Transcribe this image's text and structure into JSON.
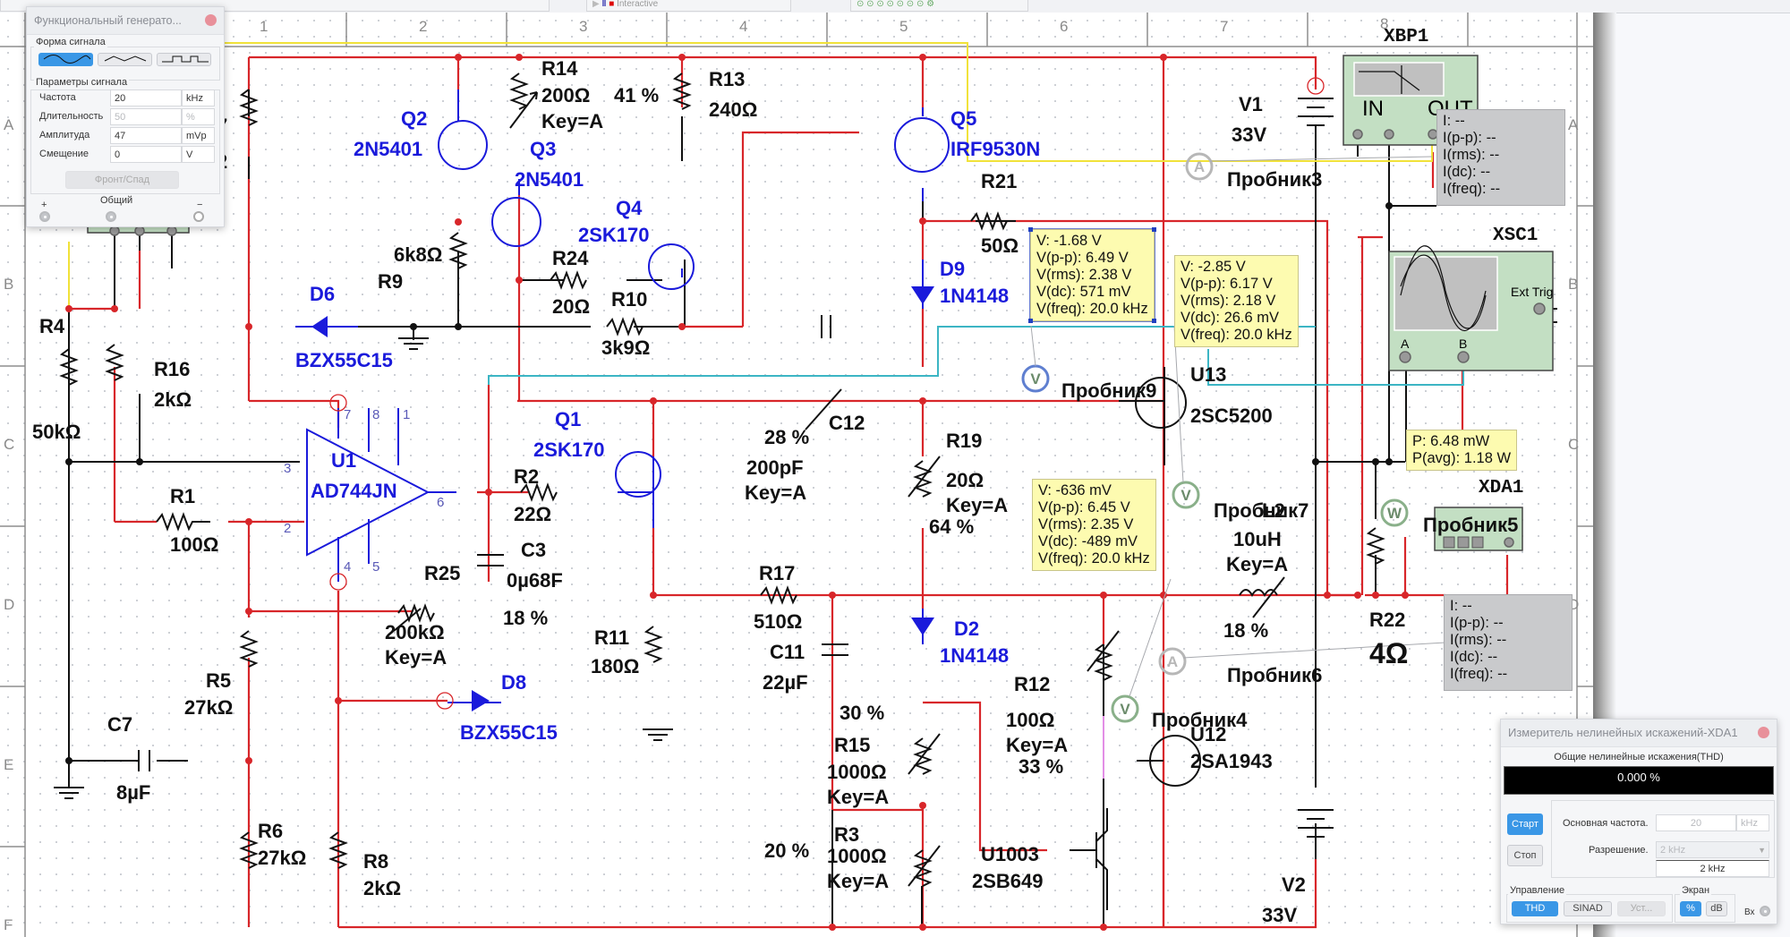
{
  "toolbar": {
    "sim_mode": "Interactive"
  },
  "sheet": {
    "columns": [
      "1",
      "2",
      "3",
      "4",
      "5",
      "6",
      "7",
      "8"
    ],
    "rows": [
      "A",
      "B",
      "C",
      "D",
      "E",
      "F"
    ]
  },
  "components": {
    "R4": {
      "ref": "R4",
      "value": "50kΩ"
    },
    "R16": {
      "ref": "R16",
      "value": "2kΩ"
    },
    "R1": {
      "ref": "R1",
      "value": "100Ω"
    },
    "R5": {
      "ref": "R5",
      "value": "27kΩ"
    },
    "R6": {
      "ref": "R6",
      "value": "27kΩ"
    },
    "R8": {
      "ref": "R8",
      "value": "2kΩ"
    },
    "C7": {
      "ref": "C7",
      "value": "8µF"
    },
    "R7": {
      "ref": "7",
      "value": "2"
    },
    "R9": {
      "ref": "R9",
      "value": "6k8Ω"
    },
    "R14": {
      "ref": "R14",
      "value": "200Ω",
      "key": "Key=A",
      "pct": "41 %"
    },
    "R13": {
      "ref": "R13",
      "value": "240Ω"
    },
    "R24": {
      "ref": "R24",
      "value": "20Ω"
    },
    "R10": {
      "ref": "R10",
      "value": "3k9Ω"
    },
    "Q2": {
      "ref": "Q2",
      "model": "2N5401"
    },
    "Q3": {
      "ref": "Q3",
      "model": "2N5401"
    },
    "Q4": {
      "ref": "Q4",
      "model": "2SK170"
    },
    "Q1": {
      "ref": "Q1",
      "model": "2SK170"
    },
    "Q5": {
      "ref": "Q5",
      "model": "IRF9530N"
    },
    "D6": {
      "ref": "D6",
      "model": "BZX55C15"
    },
    "D8": {
      "ref": "D8",
      "model": "BZX55C15"
    },
    "D9": {
      "ref": "D9",
      "model": "1N4148"
    },
    "D2": {
      "ref": "D2",
      "model": "1N4148"
    },
    "U1": {
      "ref": "U1",
      "model": "AD744JN",
      "pins": [
        "7",
        "8",
        "1",
        "3",
        "2",
        "6",
        "4",
        "5"
      ]
    },
    "R2": {
      "ref": "R2",
      "value": "22Ω"
    },
    "R25": {
      "ref": "R25",
      "value": "200kΩ",
      "key": "Key=A",
      "pct": "18 %"
    },
    "C3": {
      "ref": "C3",
      "value": "0µ68F"
    },
    "R11": {
      "ref": "R11",
      "value": "180Ω"
    },
    "C12": {
      "ref": "C12",
      "value": "200pF",
      "key": "Key=A",
      "pct": "28 %"
    },
    "R17": {
      "ref": "R17",
      "value": "510Ω"
    },
    "C11": {
      "ref": "C11",
      "value": "22µF"
    },
    "R19": {
      "ref": "R19",
      "value": "20Ω",
      "key": "Key=A",
      "pct": "64 %"
    },
    "R21": {
      "ref": "R21",
      "value": "50Ω"
    },
    "R15": {
      "ref": "R15",
      "value": "1000Ω",
      "key": "Key=A",
      "pct": "30 %"
    },
    "R3": {
      "ref": "R3",
      "value": "1000Ω",
      "key": "Key=A",
      "pct": "20 %"
    },
    "R12": {
      "ref": "R12",
      "value": "100Ω",
      "key": "Key=A",
      "pct": "33 %"
    },
    "U1003": {
      "ref": "U1003",
      "model": "2SB649"
    },
    "U12": {
      "ref": "U12",
      "model": "2SA1943"
    },
    "U13": {
      "ref": "U13",
      "model": "2SC5200"
    },
    "L2": {
      "ref": "L2",
      "value": "10uH",
      "key": "Key=A",
      "pct": "18 %"
    },
    "R22": {
      "ref": "R22",
      "value": "4Ω"
    },
    "V1": {
      "ref": "V1",
      "value": "33V"
    },
    "V2": {
      "ref": "V2",
      "value": "33V"
    },
    "XBP1": {
      "ref": "XBP1",
      "in": "IN",
      "out": "OUT"
    },
    "XSC1": {
      "ref": "XSC1",
      "ext_trig": "Ext Trig",
      "ch_a": "A",
      "ch_b": "B"
    },
    "XDA1": {
      "ref": "XDA1"
    }
  },
  "probes": {
    "p3": {
      "label": "Пробник3",
      "type": "A"
    },
    "p4": {
      "label": "Пробник4",
      "type": "V"
    },
    "p5": {
      "label": "Пробник5",
      "type": "W"
    },
    "p6": {
      "label": "Пробник6",
      "type": "A"
    },
    "p7": {
      "label": "Пробник7",
      "type": "V"
    },
    "p9": {
      "label": "Пробник9",
      "type": "V"
    }
  },
  "readouts": {
    "probe_a": [
      "V: -1.68 V",
      "V(p-p): 6.49 V",
      "V(rms): 2.38 V",
      "V(dc): 571 mV",
      "V(freq): 20.0 kHz"
    ],
    "probe_b": [
      "V: -2.85 V",
      "V(p-p): 6.17 V",
      "V(rms): 2.18 V",
      "V(dc): 26.6 mV",
      "V(freq): 20.0 kHz"
    ],
    "probe_c": [
      "V: -636 mV",
      "V(p-p): 6.45 V",
      "V(rms): 2.35 V",
      "V(dc): -489 mV",
      "V(freq): 20.0 kHz"
    ],
    "power": [
      "P: 6.48 mW",
      "P(avg): 1.18 W"
    ],
    "current_top": [
      "I: --",
      "I(p-p): --",
      "I(rms): --",
      "I(dc): --",
      "I(freq): --"
    ],
    "current_bottom": [
      "I: --",
      "I(p-p): --",
      "I(rms): --",
      "I(dc): --",
      "I(freq): --"
    ]
  },
  "function_generator": {
    "title": "Функциональный генерато...",
    "waveform_group": "Форма сигнала",
    "waveforms": [
      "sine-wave",
      "triangle-wave",
      "square-wave"
    ],
    "selected_waveform": "sine-wave",
    "params_group": "Параметры сигнала",
    "params": [
      {
        "label": "Частота",
        "value": "20",
        "unit": "kHz",
        "enabled": true
      },
      {
        "label": "Длительность",
        "value": "50",
        "unit": "%",
        "enabled": false
      },
      {
        "label": "Амплитуда",
        "value": "47",
        "unit": "mVp",
        "enabled": true
      },
      {
        "label": "Смещение",
        "value": "0",
        "unit": "V",
        "enabled": true
      }
    ],
    "rise_fall_button": "Фронт/Спад",
    "terminals": {
      "plus": "+",
      "common": "Общий",
      "minus": "−"
    }
  },
  "distortion_analyzer": {
    "title": "Измеритель нелинейных искажений-XDA1",
    "thd_header": "Общие нелинейные искажения(THD)",
    "thd_value": "0.000 %",
    "start_button": "Старт",
    "stop_button": "Стоп",
    "fundamental_label": "Основная частота.",
    "fundamental_value": "20",
    "fundamental_unit": "kHz",
    "resolution_label": "Разрешение.",
    "resolution_selected": "2 kHz",
    "resolution_display": "2 kHz",
    "control_group": "Управление",
    "control_buttons": [
      "THD",
      "SINAD",
      "Уст..."
    ],
    "display_group": "Экран",
    "display_buttons": [
      "%",
      "dB"
    ],
    "input_label": "Вх"
  }
}
